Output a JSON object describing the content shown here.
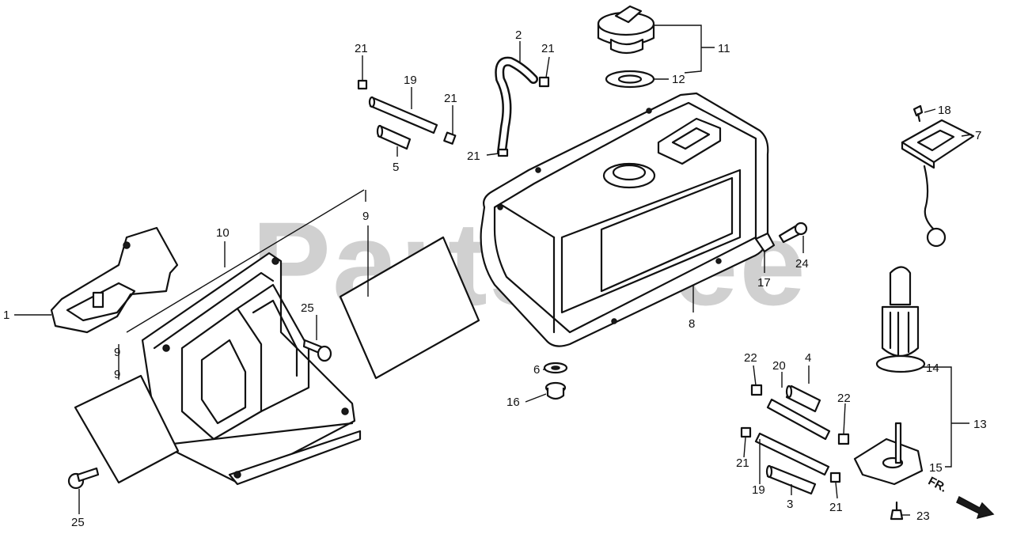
{
  "watermark": "PartsTree",
  "direction_marker": "FR.",
  "callouts": {
    "c1": "1",
    "c2": "2",
    "c3": "3",
    "c4": "4",
    "c5": "5",
    "c6": "6",
    "c7": "7",
    "c8": "8",
    "c9a": "9",
    "c9b": "9",
    "c9c": "9",
    "c10": "10",
    "c11": "11",
    "c12": "12",
    "c13": "13",
    "c14": "14",
    "c15": "15",
    "c16": "16",
    "c17": "17",
    "c18": "18",
    "c19a": "19",
    "c19b": "19",
    "c20": "20",
    "c21a": "21",
    "c21b": "21",
    "c21c": "21",
    "c21d": "21",
    "c21e": "21",
    "c21f": "21",
    "c22a": "22",
    "c22b": "22",
    "c23": "23",
    "c24": "24",
    "c25a": "25",
    "c25b": "25"
  }
}
